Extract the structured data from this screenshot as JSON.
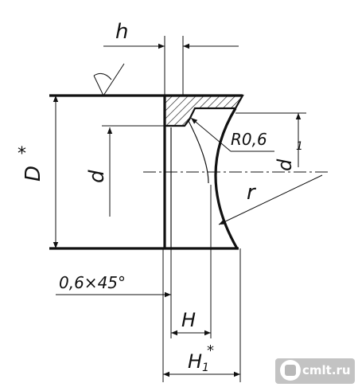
{
  "drawing": {
    "labels": {
      "h": "h",
      "D": "D",
      "star": "*",
      "d": "d",
      "d1": "d",
      "d1_sub": "1",
      "r": "r",
      "radius": "R0,6",
      "chamfer": "0,6×45°",
      "H": "H",
      "H1": "H",
      "H1_sub": "1",
      "H1_star": "*"
    }
  },
  "watermark": {
    "text": "cmlt.ru"
  }
}
